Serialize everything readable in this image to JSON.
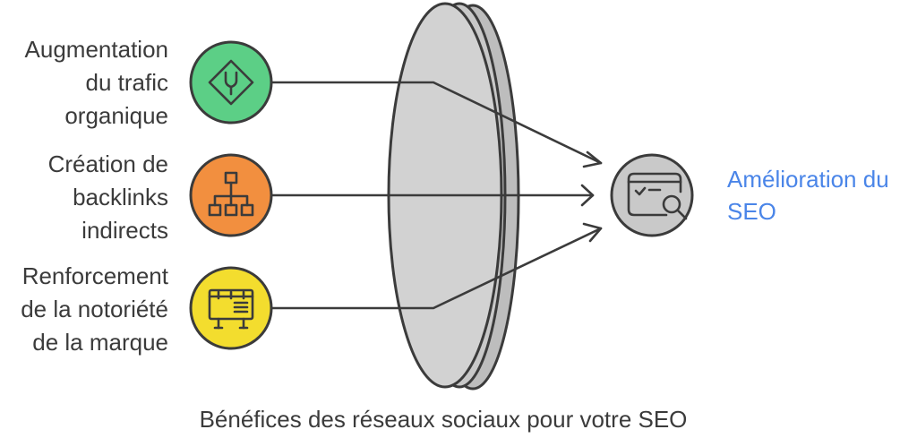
{
  "inputs": [
    {
      "lines": [
        "Augmentation",
        "du trafic",
        "organique"
      ],
      "icon": "road-sign-icon",
      "color": "#5ccf86"
    },
    {
      "lines": [
        "Création de",
        "backlinks",
        "indirects"
      ],
      "icon": "hierarchy-icon",
      "color": "#f28f3f"
    },
    {
      "lines": [
        "Renforcement",
        "de la notoriété",
        "de la marque"
      ],
      "icon": "billboard-icon",
      "color": "#f3dd2e"
    }
  ],
  "output": {
    "lines": [
      "Amélioration du",
      "SEO"
    ],
    "icon": "seo-analysis-icon",
    "color": "#c9c9c9",
    "text_color": "#4a85e8"
  },
  "lens": {
    "icon": "lens-shape"
  },
  "caption": "Bénéfices des réseaux sociaux pour votre SEO"
}
